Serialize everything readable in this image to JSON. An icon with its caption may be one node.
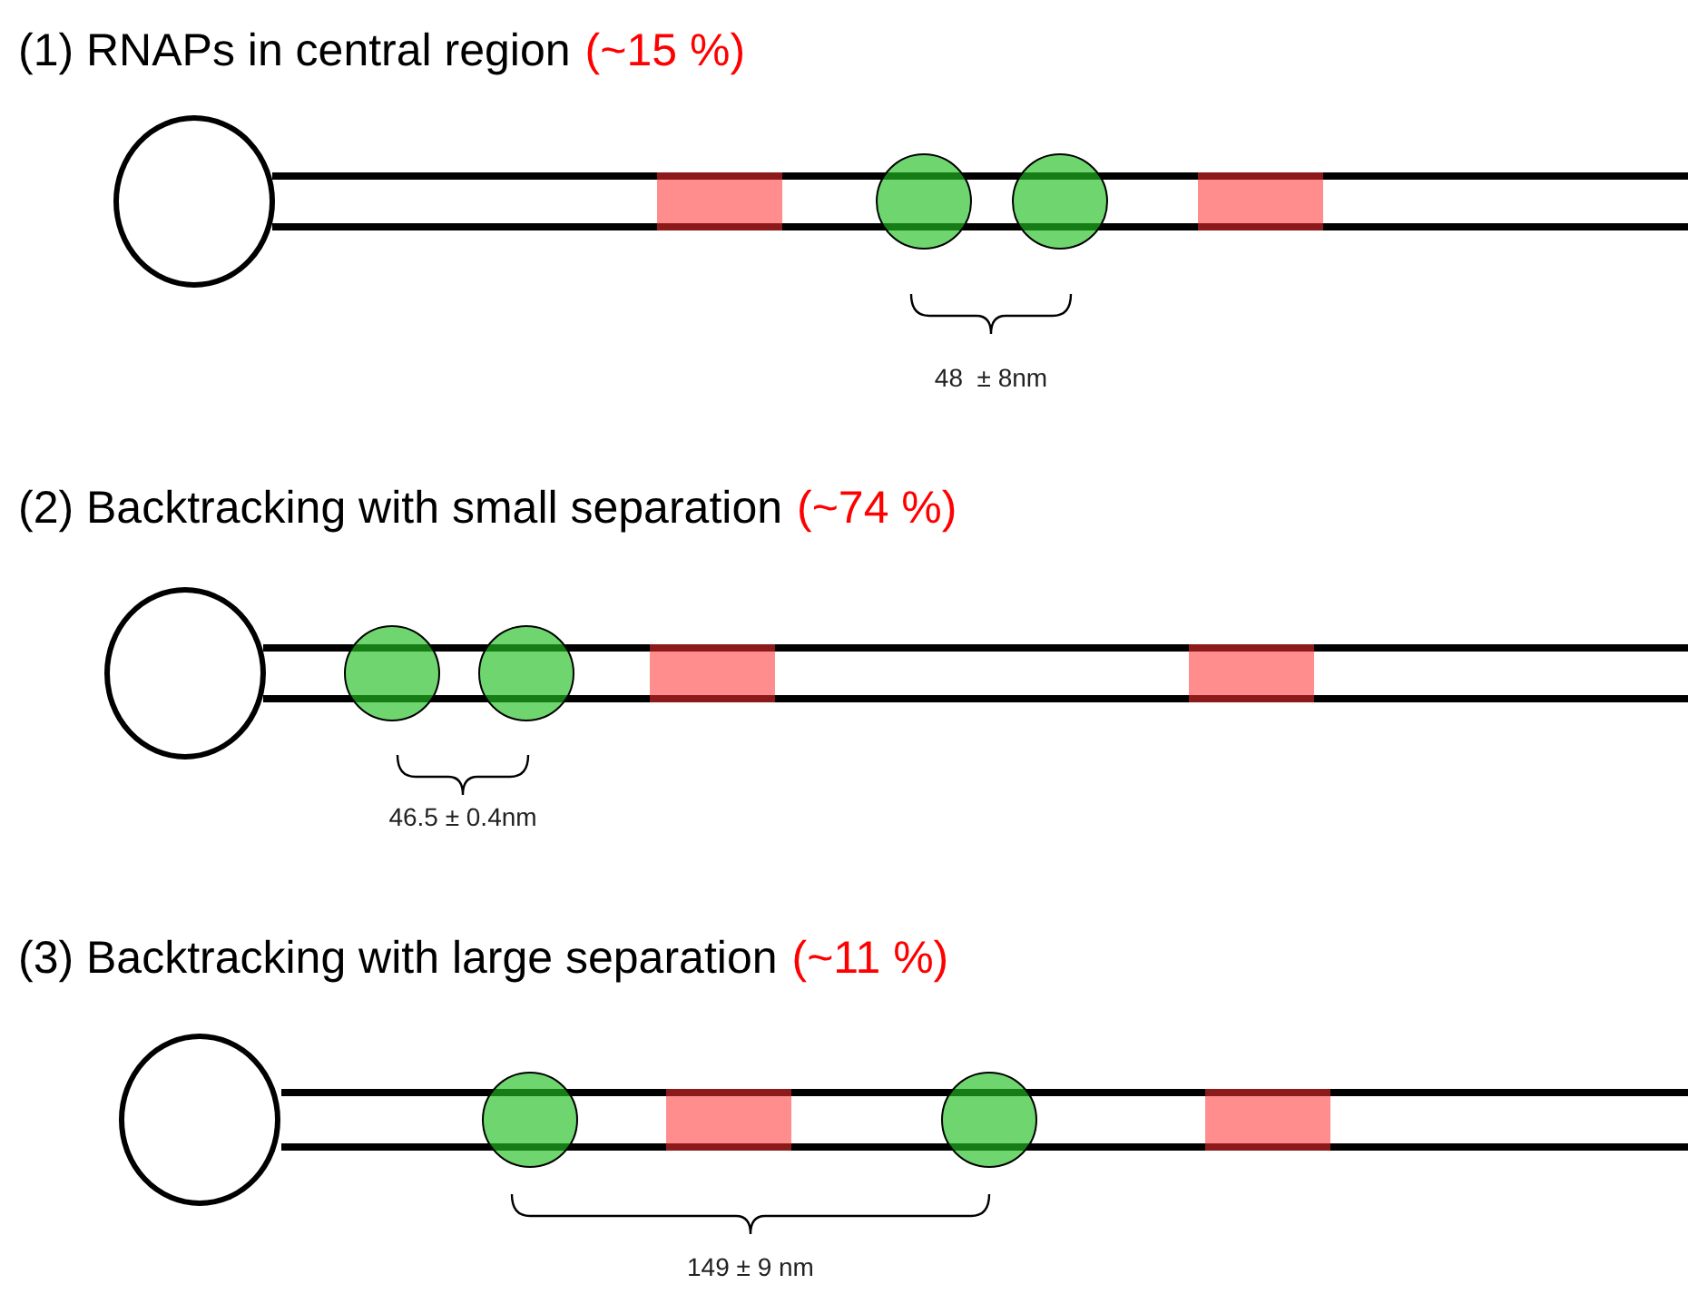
{
  "diagram": {
    "labels": [
      "(1) RNAPs in central region",
      "(~15 %)",
      "48  ± 8nm",
      "(2) Backtracking with small separation",
      "(~74 %)",
      "46.5 ± 0.4nm",
      "(3) Backtracking with large separation",
      "(~11 %)",
      "149 ± 9 nm"
    ]
  }
}
